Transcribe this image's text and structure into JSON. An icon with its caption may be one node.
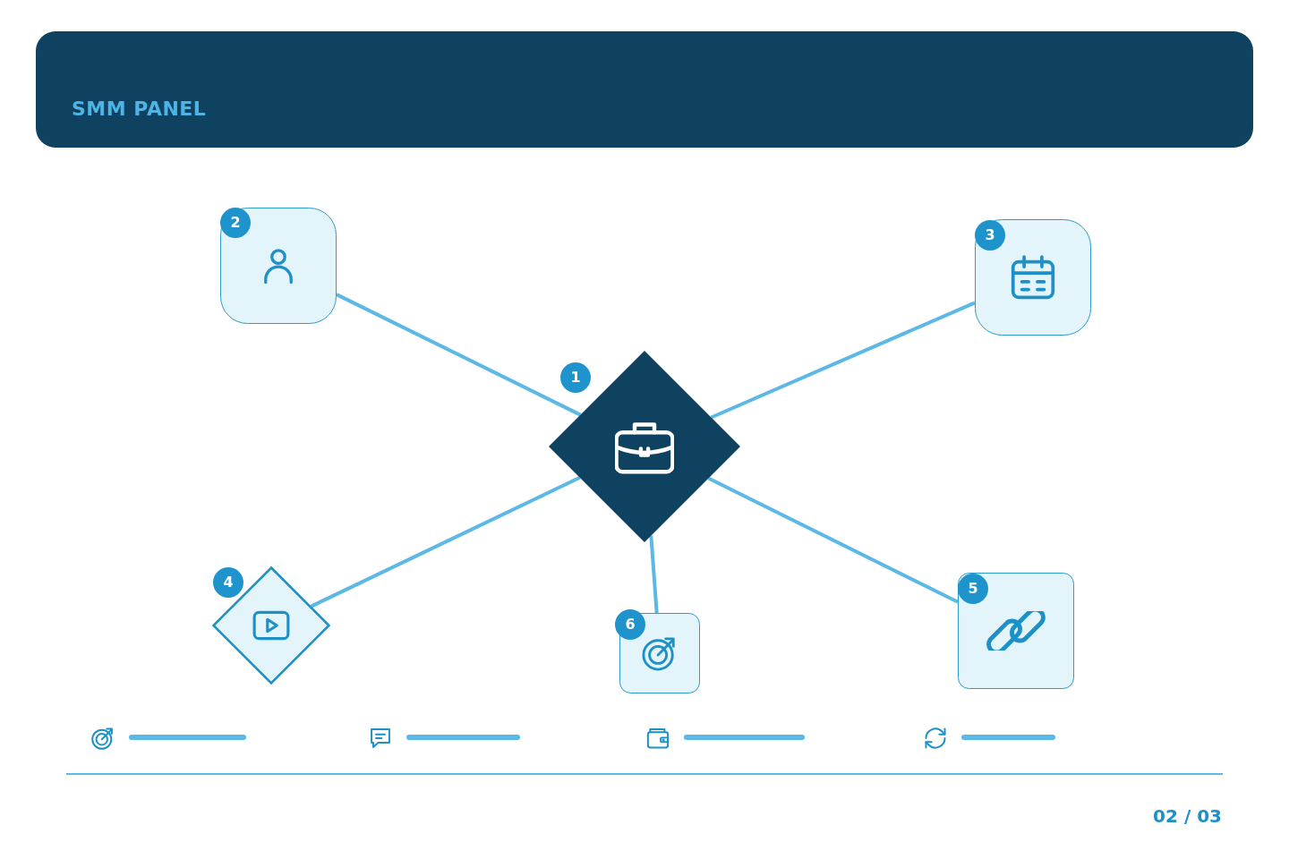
{
  "diagram": {
    "title": "SMM PANEL",
    "nodes": [
      {
        "text": [
          "1"
        ]
      },
      {
        "text": [
          "2"
        ]
      },
      {
        "text": [
          "3"
        ]
      },
      {
        "text": [
          "4"
        ]
      },
      {
        "text": [
          "5"
        ]
      },
      {
        "text": [
          "6"
        ]
      }
    ],
    "edges": [
      {
        "from": 0,
        "to": 1,
        "arrow": "none"
      },
      {
        "from": 0,
        "to": 2,
        "arrow": "none"
      },
      {
        "from": 0,
        "to": 3,
        "arrow": "none"
      },
      {
        "from": 0,
        "to": 4,
        "arrow": "none"
      },
      {
        "from": 0,
        "to": 5,
        "arrow": "none"
      }
    ],
    "labels": [
      "02 / 03"
    ]
  }
}
